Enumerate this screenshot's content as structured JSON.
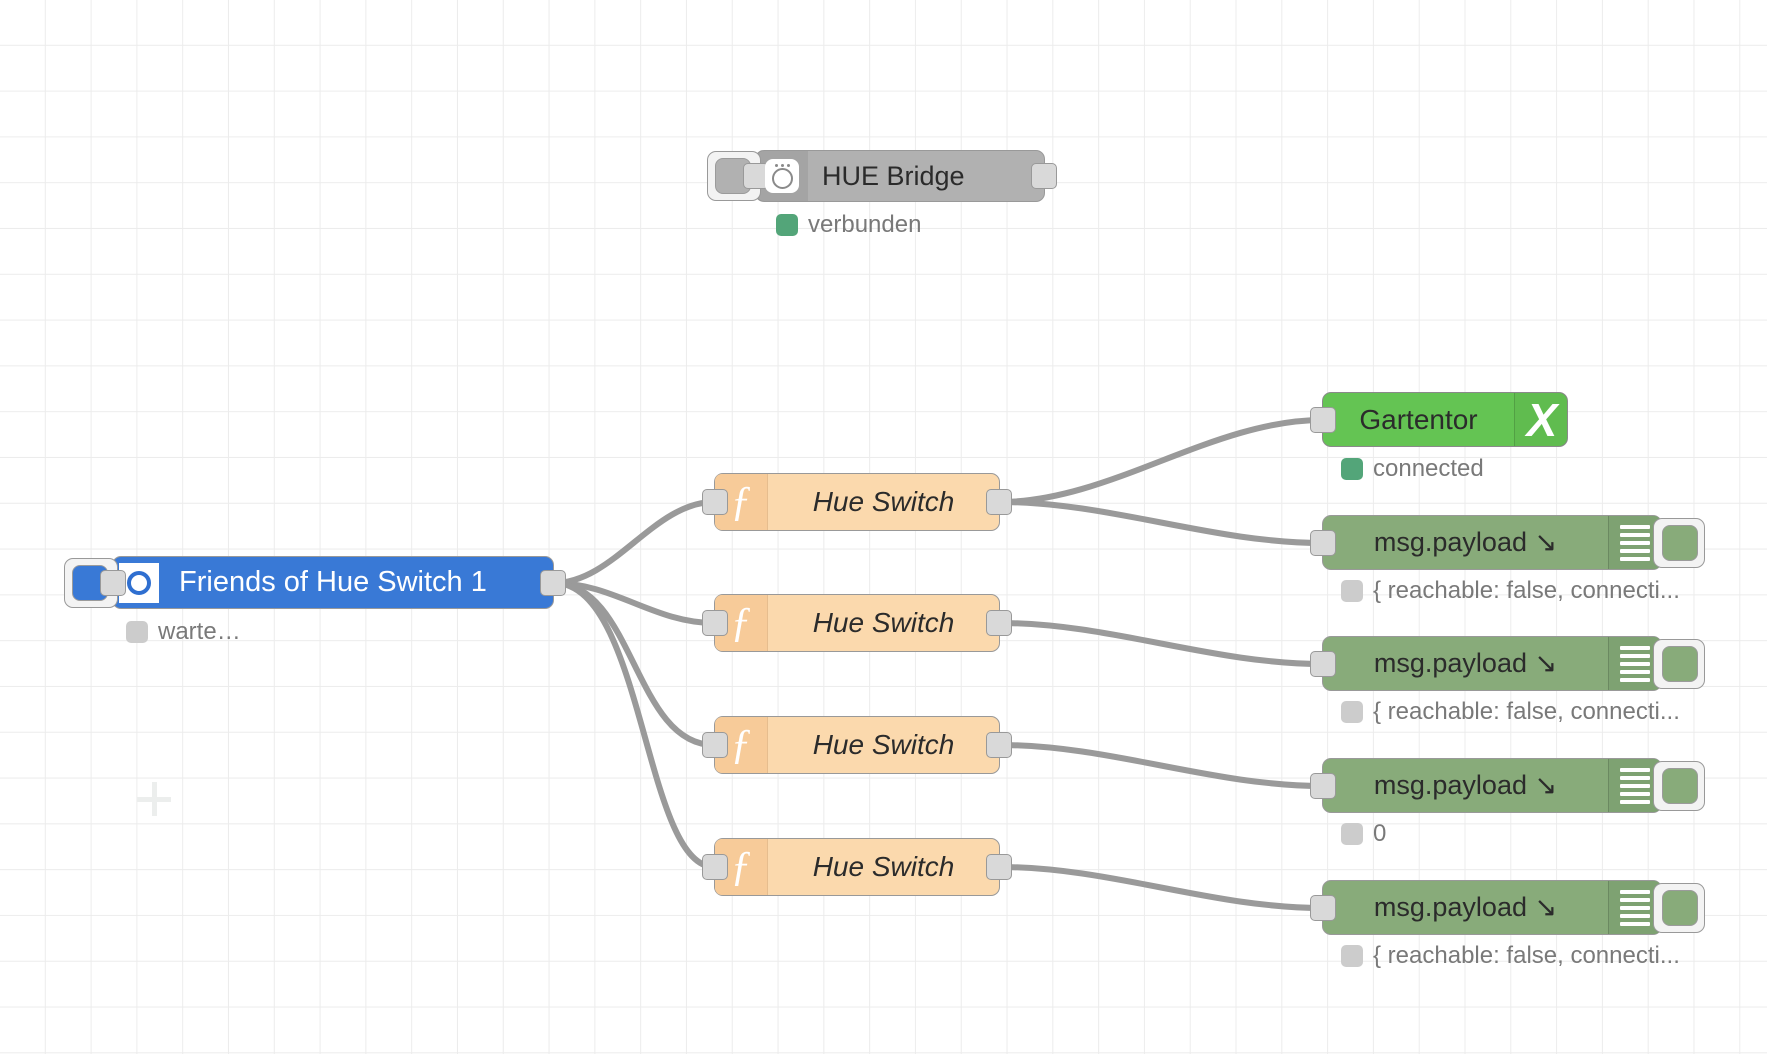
{
  "editor": {
    "app": "node-red-flow-canvas",
    "grid_color": "#ececec",
    "wire_color": "#9a9a9a",
    "background": "#ffffff"
  },
  "nodes": {
    "bridge": {
      "label": "HUE Bridge",
      "status": "verbunden",
      "status_color": "#53a579",
      "color": "#b1b1b1",
      "icon": "hue-bridge-icon"
    },
    "switch": {
      "label": "Friends of Hue Switch 1",
      "status": "warte…",
      "status_color": "#cccccc",
      "color": "#3979d6",
      "icon": "hue-switch-icon"
    },
    "functions": [
      {
        "label": "Hue Switch",
        "color": "#fbd9ad",
        "icon": "function-icon"
      },
      {
        "label": "Hue Switch",
        "color": "#fbd9ad",
        "icon": "function-icon"
      },
      {
        "label": "Hue Switch",
        "color": "#fbd9ad",
        "icon": "function-icon"
      },
      {
        "label": "Hue Switch",
        "color": "#fbd9ad",
        "icon": "function-icon"
      }
    ],
    "gartentor": {
      "label": "Gartentor",
      "status": "connected",
      "status_color": "#53a579",
      "color": "#64c453",
      "icon": "x-letter-icon"
    },
    "debug": [
      {
        "label": "msg.payload ↘",
        "status": "{ reachable: false, connecti...",
        "status_color": "#cccccc",
        "color": "#88ab7a",
        "icon": "debug-bars-icon"
      },
      {
        "label": "msg.payload ↘",
        "status": "{ reachable: false, connecti...",
        "status_color": "#cccccc",
        "color": "#88ab7a",
        "icon": "debug-bars-icon"
      },
      {
        "label": "msg.payload ↘",
        "status": "0",
        "status_color": "#cccccc",
        "color": "#88ab7a",
        "icon": "debug-bars-icon"
      },
      {
        "label": "msg.payload ↘",
        "status": "{ reachable: false, connecti...",
        "status_color": "#cccccc",
        "color": "#88ab7a",
        "icon": "debug-bars-icon"
      }
    ]
  }
}
